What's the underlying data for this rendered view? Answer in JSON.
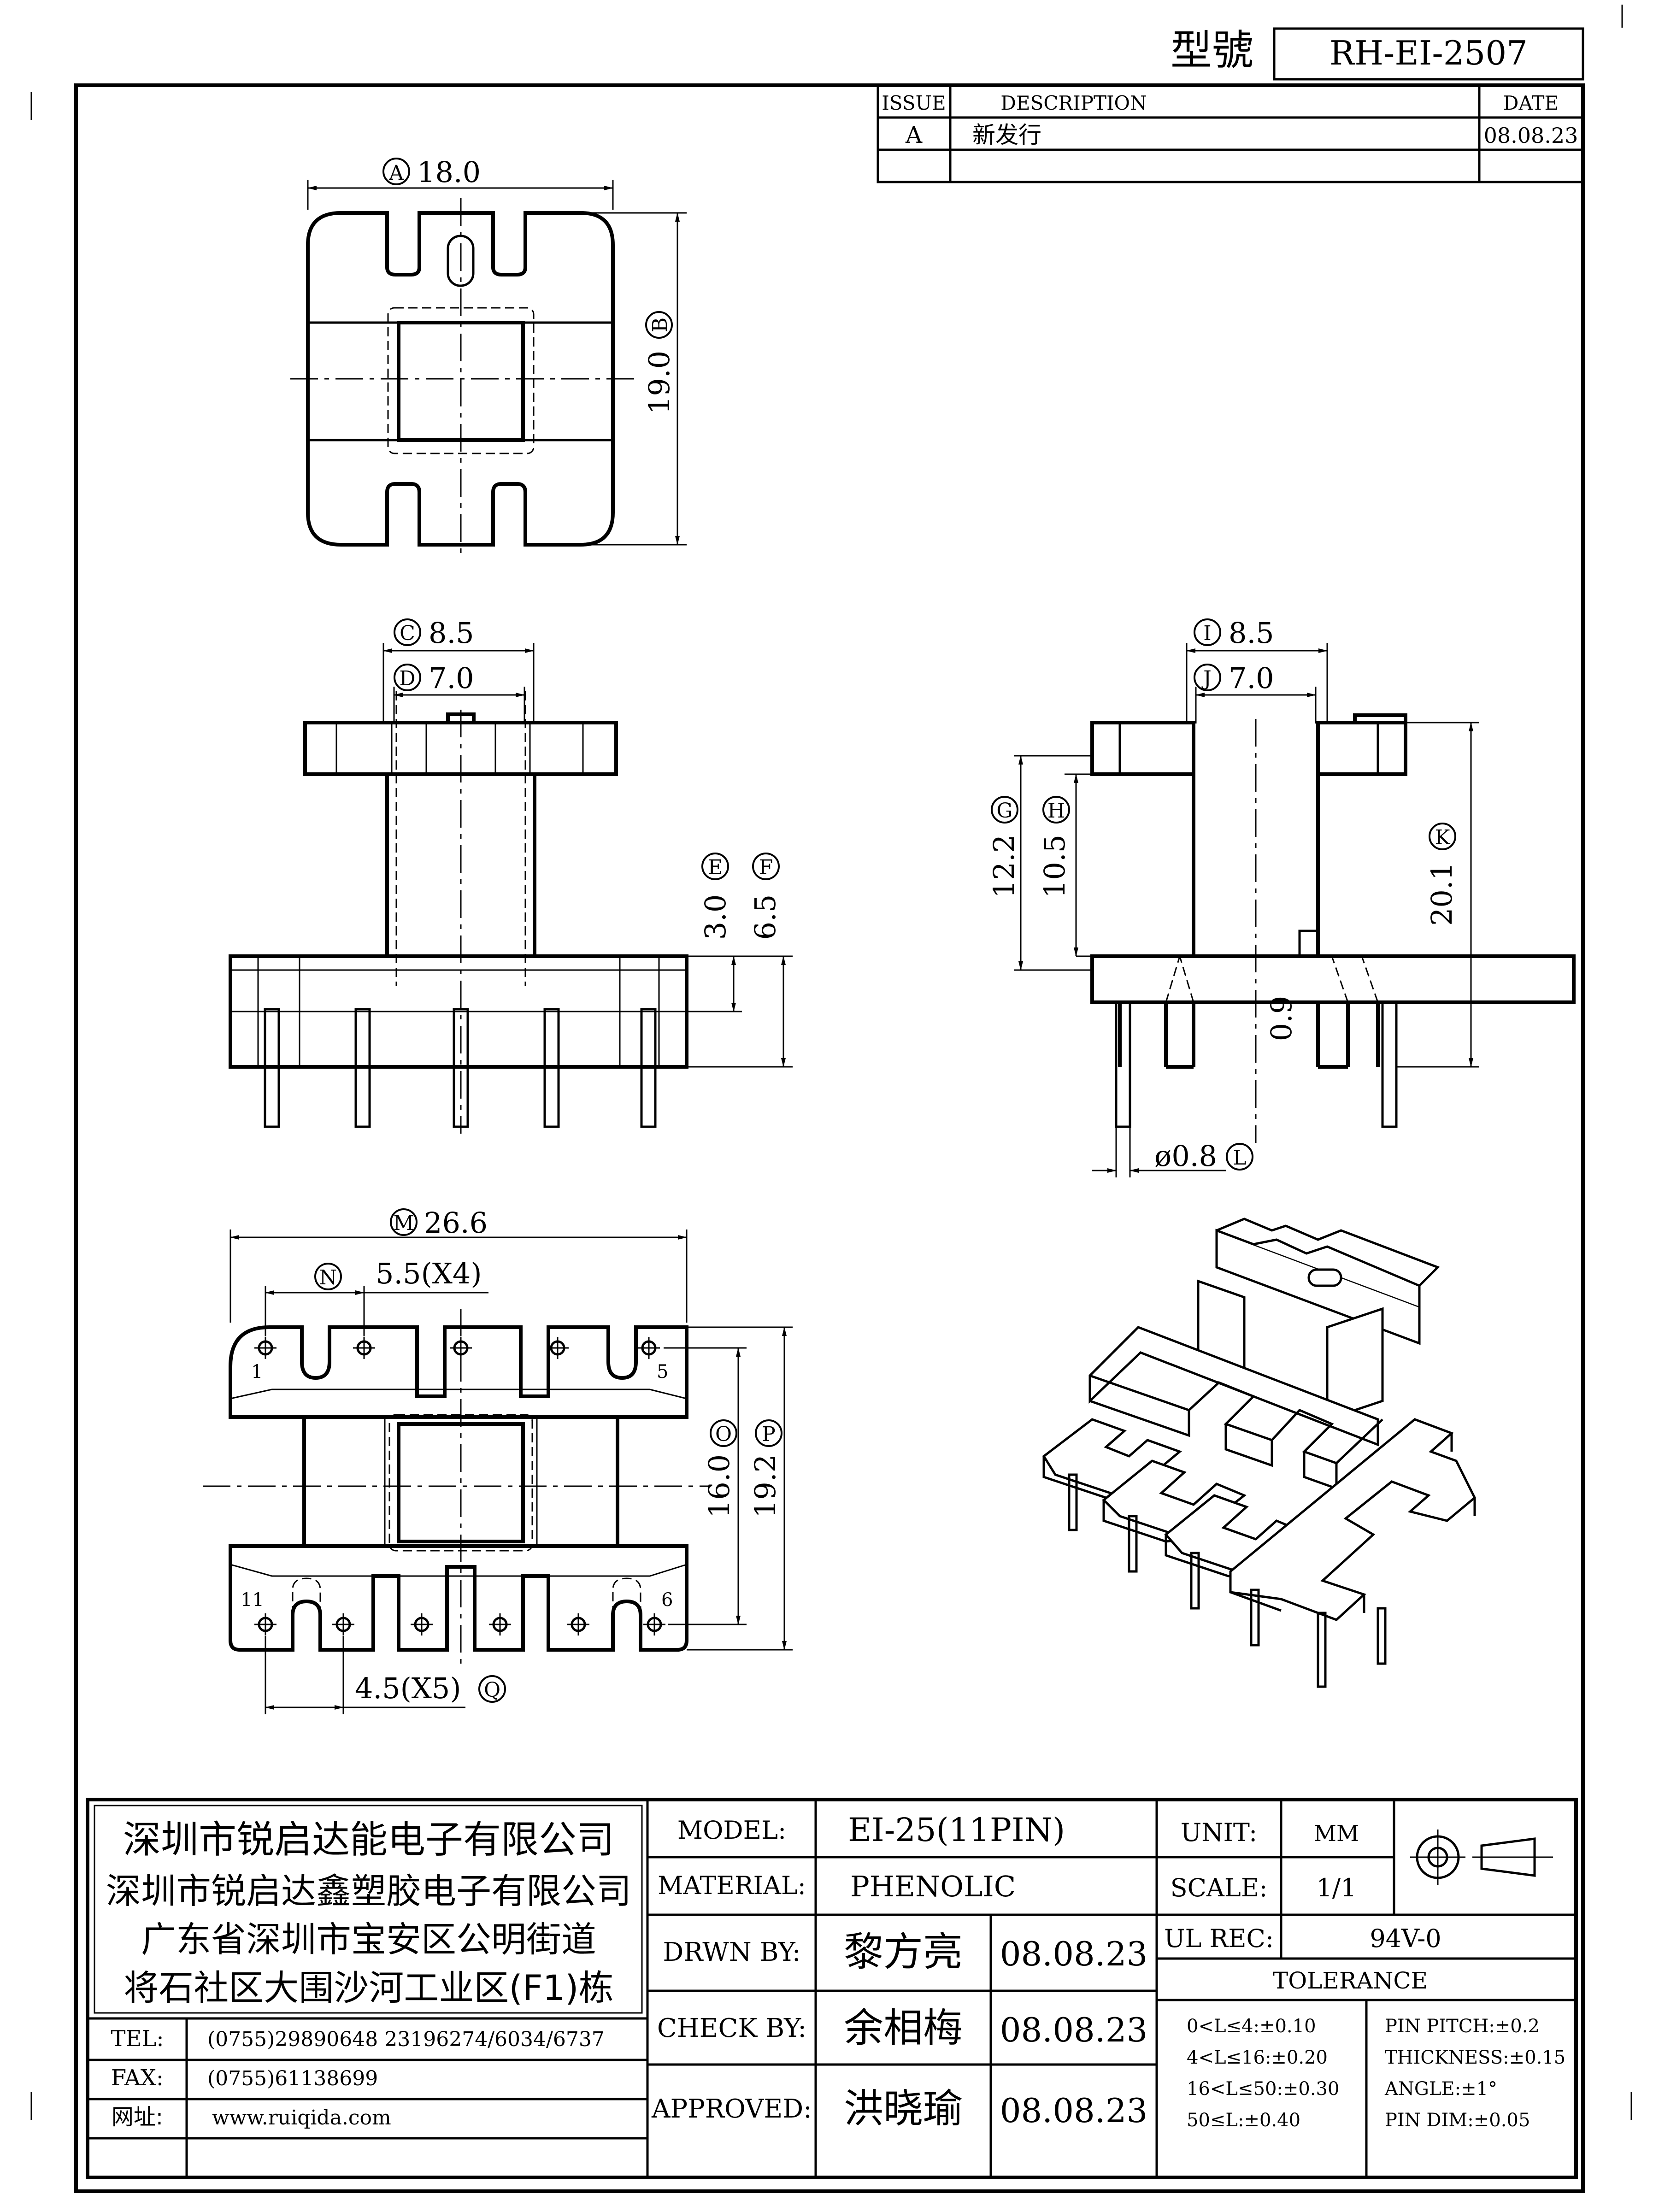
{
  "header": {
    "model_label": "型號",
    "model_number": "RH-EI-2507"
  },
  "revision": {
    "col_issue": "ISSUE",
    "col_description": "DESCRIPTION",
    "col_date": "DATE",
    "rows": [
      {
        "issue": "A",
        "description": "新发行",
        "date": "08.08.23"
      }
    ]
  },
  "dimensions": {
    "A": {
      "tag": "A",
      "value": "18.0"
    },
    "B": {
      "tag": "B",
      "value": "19.0"
    },
    "C": {
      "tag": "C",
      "value": "8.5"
    },
    "D": {
      "tag": "D",
      "value": "7.0"
    },
    "E": {
      "tag": "E",
      "value": "3.0"
    },
    "F": {
      "tag": "F",
      "value": "6.5"
    },
    "G": {
      "tag": "G",
      "value": "12.2"
    },
    "H": {
      "tag": "H",
      "value": "10.5"
    },
    "I": {
      "tag": "I",
      "value": "8.5"
    },
    "J": {
      "tag": "J",
      "value": "7.0"
    },
    "K": {
      "tag": "K",
      "value": "20.1"
    },
    "L": {
      "tag": "L",
      "value": "ø0.8"
    },
    "M": {
      "tag": "M",
      "value": "26.6"
    },
    "N": {
      "tag": "N",
      "value": "5.5(X4)"
    },
    "O": {
      "tag": "O",
      "value": "16.0"
    },
    "P": {
      "tag": "P",
      "value": "19.2"
    },
    "Q": {
      "tag": "Q",
      "value": "4.5(X5)"
    },
    "untagged": "0.9"
  },
  "pins": {
    "p1": "1",
    "p5": "5",
    "p6": "6",
    "p11": "11"
  },
  "title_block": {
    "company_lines": [
      "深圳市锐启达能电子有限公司",
      "深圳市锐启达鑫塑胶电子有限公司",
      "广东省深圳市宝安区公明街道",
      "将石社区大围沙河工业区(F1)栋"
    ],
    "tel_label": "TEL:",
    "tel": "(0755)29890648  23196274/6034/6737",
    "fax_label": "FAX:",
    "fax": "(0755)61138699",
    "web_label": "网址:",
    "web": "www.ruiqida.com",
    "model_label": "MODEL:",
    "model": "EI-25(11PIN)",
    "material_label": "MATERIAL:",
    "material": "PHENOLIC",
    "drawn_label": "DRWN BY:",
    "drawn_by": "黎方亮",
    "drawn_date": "08.08.23",
    "check_label": "CHECK BY:",
    "check_by": "余相梅",
    "check_date": "08.08.23",
    "approved_label": "APPROVED:",
    "approved_by": "洪晓瑜",
    "approved_date": "08.08.23",
    "unit_label": "UNIT:",
    "unit": "MM",
    "scale_label": "SCALE:",
    "scale": "1/1",
    "ul_label": "UL REC:",
    "ul": "94V-0",
    "tolerance_label": "TOLERANCE",
    "tolerances_left": [
      "0<L≤4:±0.10",
      "4<L≤16:±0.20",
      "16<L≤50:±0.30",
      "50≤L:±0.40"
    ],
    "tolerances_right": [
      "PIN PITCH:±0.2",
      "THICKNESS:±0.15",
      "ANGLE:±1°",
      "PIN DIM:±0.05"
    ]
  }
}
